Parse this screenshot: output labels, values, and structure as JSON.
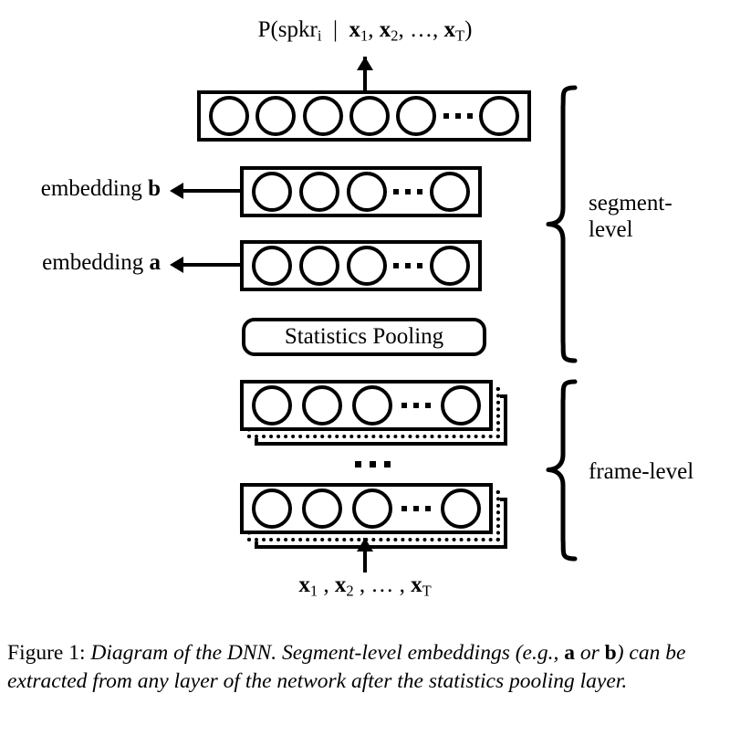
{
  "figure": {
    "top_formula": {
      "prefix": "P(spkr",
      "sub_i": "i",
      "bar": "|",
      "x1": "x",
      "x1sub": "1",
      "x2": "x",
      "x2sub": "2",
      "ellipsis": ",…,",
      "xT": "x",
      "xTsub": "T",
      "suffix": ")",
      "plain": "P(spkr_i | x_1, x_2, …, x_T)"
    },
    "bottom_formula": {
      "x1": "x",
      "x1sub": "1",
      "x2": "x",
      "x2sub": "2",
      "ellipsis": ",…,",
      "xT": "x",
      "xTsub": "T",
      "plain": "x_1, x_2, …, x_T"
    },
    "labels": {
      "embedding_b": "embedding",
      "embedding_b_vec": "b",
      "embedding_a": "embedding",
      "embedding_a_vec": "a",
      "segment_level_line1": "segment-",
      "segment_level_line2": "level",
      "frame_level": "frame-level",
      "pooling": "Statistics Pooling"
    },
    "layers": [
      {
        "name": "output-layer",
        "neurons": 5,
        "has_ellipsis": true,
        "trailing_neurons": 1,
        "stacked": false
      },
      {
        "name": "embedding-b-layer",
        "neurons": 3,
        "has_ellipsis": true,
        "trailing_neurons": 1,
        "stacked": false
      },
      {
        "name": "embedding-a-layer",
        "neurons": 3,
        "has_ellipsis": true,
        "trailing_neurons": 1,
        "stacked": false
      },
      {
        "name": "frame-layer-upper",
        "neurons": 3,
        "has_ellipsis": true,
        "trailing_neurons": 1,
        "stacked": true
      },
      {
        "name": "frame-layer-lower",
        "neurons": 3,
        "has_ellipsis": true,
        "trailing_neurons": 1,
        "stacked": true
      }
    ],
    "colors": {
      "stroke": "#000000",
      "background": "#ffffff"
    }
  },
  "caption": {
    "lead": "Figure 1: ",
    "part1": "Diagram of the DNN. Segment-level embeddings (e.g., ",
    "vec_a": "a",
    "part2": " or ",
    "vec_b": "b",
    "part3": ") can be extracted from any layer of the network after the statistics pooling layer.",
    "full": "Figure 1: Diagram of the DNN. Segment-level embeddings (e.g., a or b) can be extracted from any layer of the network after the statistics pooling layer."
  }
}
